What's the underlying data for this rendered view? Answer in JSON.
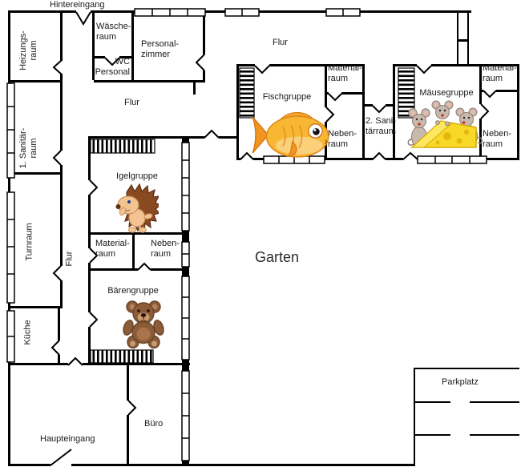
{
  "rooms": {
    "hintereingang": "Hintereingang",
    "heizungsraum": "Heizungs-\nraum",
    "waescheraum": "Wäsche-\nraum",
    "wc_personal": "WC\nPersonal",
    "personalzimmer": "Personal-\nzimmer",
    "flur_oben": "Flur",
    "flur_mitte": "Flur",
    "flur_vertikal": "Flur",
    "sanitaerraum_1": "1. Sanitär-\nraum",
    "turnraum": "Turnraum",
    "kueche": "Küche",
    "igelgruppe": "Igelgruppe",
    "materialraum_igel": "Material-\nraum",
    "nebenraum_igel": "Neben-\nraum",
    "baerengruppe": "Bärengruppe",
    "fischgruppe": "Fischgruppe",
    "materialraum_fisch": "Material-\nraum",
    "nebenraum_fisch": "Neben-\nraum",
    "sanitaerraum_2": "2. Sani-\ntärraum",
    "maeusegruppe": "Mäusegruppe",
    "materialraum_maus": "Material-\nraum",
    "nebenraum_maus": "Neben-\nraum",
    "garten": "Garten",
    "parkplatz": "Parkplatz",
    "buero": "Büro",
    "haupteingang": "Haupteingang"
  },
  "icons": {
    "fischgruppe": "goldfish-icon",
    "maeusegruppe": "mice-with-cheese-icon",
    "igelgruppe": "hedgehog-icon",
    "baerengruppe": "teddy-bear-icon"
  },
  "colors": {
    "wall": "#000000",
    "background": "#ffffff",
    "fish_orange": "#f7b733",
    "cheese_yellow": "#f8d928",
    "mouse_gray": "#c9b8ad",
    "hedgehog_brown": "#8a4a21",
    "bear_brown": "#8b5c38"
  }
}
